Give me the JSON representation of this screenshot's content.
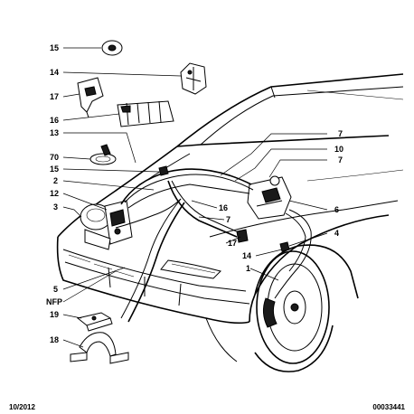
{
  "diagram": {
    "callouts": {
      "c15a": "15",
      "c14a": "14",
      "c17a": "17",
      "c16a": "16",
      "c13": "13",
      "c70": "70",
      "c15b": "15",
      "c2": "2",
      "c12": "12",
      "c3": "3",
      "c5": "5",
      "cNFP": "NFP",
      "c19": "19",
      "c18": "18",
      "c7a": "7",
      "c10": "10",
      "c7b": "7",
      "c6": "6",
      "c16b": "16",
      "c7c": "7",
      "c17b": "17",
      "c4": "4",
      "c14b": "14",
      "c1": "1"
    },
    "footer": {
      "date": "10/2012",
      "reference": "00033441"
    }
  }
}
